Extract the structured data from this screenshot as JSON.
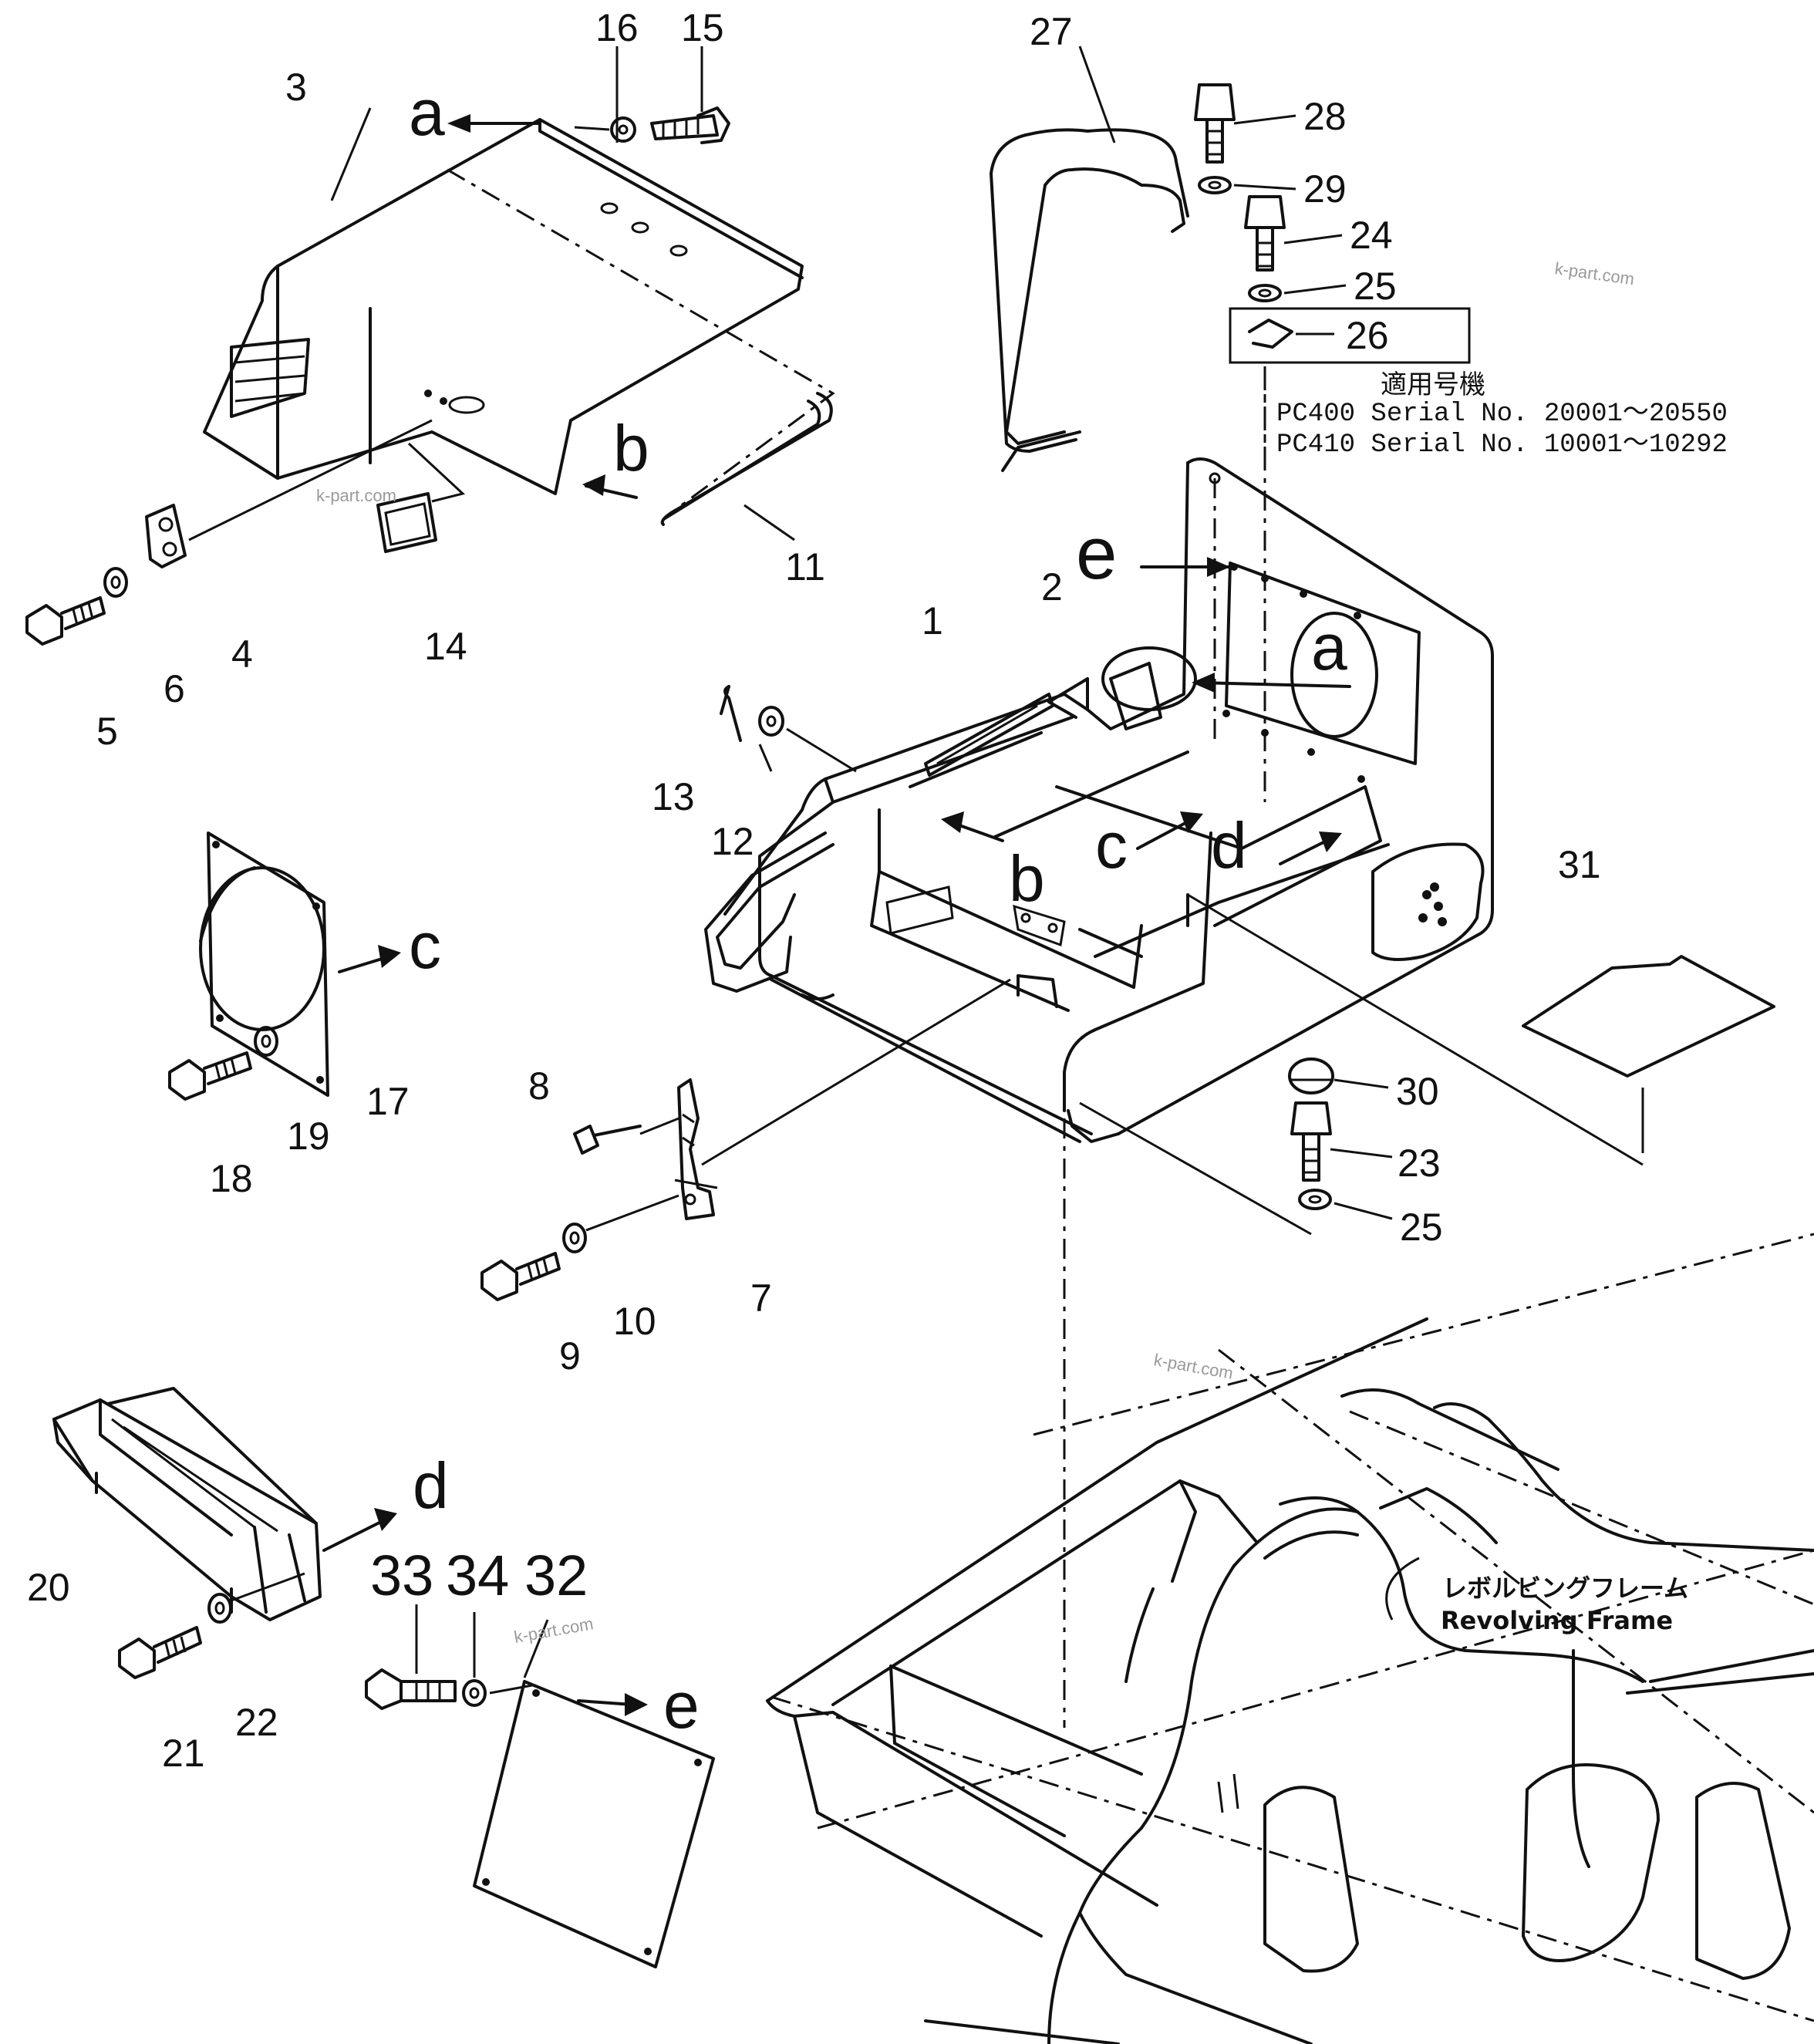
{
  "callouts": {
    "n1": "1",
    "n2": "2",
    "n3": "3",
    "n4": "4",
    "n5": "5",
    "n6": "6",
    "n7": "7",
    "n8": "8",
    "n9": "9",
    "n10": "10",
    "n11": "11",
    "n12": "12",
    "n13": "13",
    "n14": "14",
    "n15": "15",
    "n16": "16",
    "n17": "17",
    "n18": "18",
    "n19": "19",
    "n20": "20",
    "n21": "21",
    "n22": "22",
    "n23": "23",
    "n24": "24",
    "n25a": "25",
    "n25b": "25",
    "n26": "26",
    "n27": "27",
    "n28": "28",
    "n29": "29",
    "n30": "30",
    "n31": "31",
    "n32": "32",
    "n33": "33",
    "n34": "34"
  },
  "arrows": {
    "a1": "a",
    "a2": "a",
    "b1": "b",
    "b2": "b",
    "c1": "c",
    "c2": "c",
    "d1": "d",
    "d2": "d",
    "e1": "e",
    "e2": "e"
  },
  "serial_note": {
    "heading": "適用号機",
    "line1": "PC400  Serial  No.  20001～20550",
    "line2": "PC410  Serial  No.  10001～10292"
  },
  "frame_label": {
    "jp": "レボルビングフレーム",
    "en": "Revolving  Frame"
  },
  "watermark": "k-part.com"
}
